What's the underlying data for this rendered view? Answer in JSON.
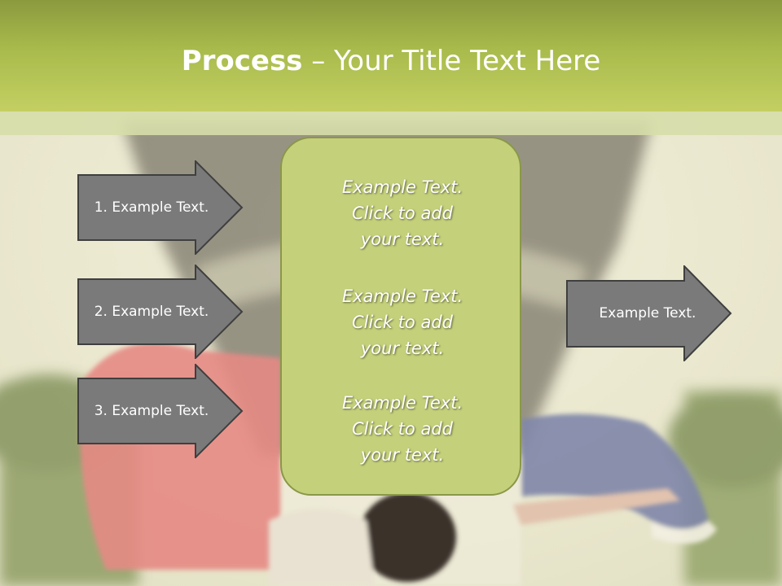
{
  "slide": {
    "title_bold": "Process",
    "title_rest": " – Your Title Text Here"
  },
  "arrows_left": [
    {
      "label": "1. Example Text."
    },
    {
      "label": "2. Example Text."
    },
    {
      "label": "3. Example Text."
    }
  ],
  "arrow_right": {
    "label": "Example Text."
  },
  "center_box": {
    "paragraphs": [
      "Example Text.\nClick  to add\nyour text.",
      "Example Text.\nClick  to add\nyour text.",
      "Example Text.\nClick  to add\nyour text."
    ]
  },
  "colors": {
    "title_bar": "#a9bb4c",
    "center_box": "#c5d07a",
    "arrow_fill": "#7a7a7a",
    "text": "#ffffff"
  }
}
